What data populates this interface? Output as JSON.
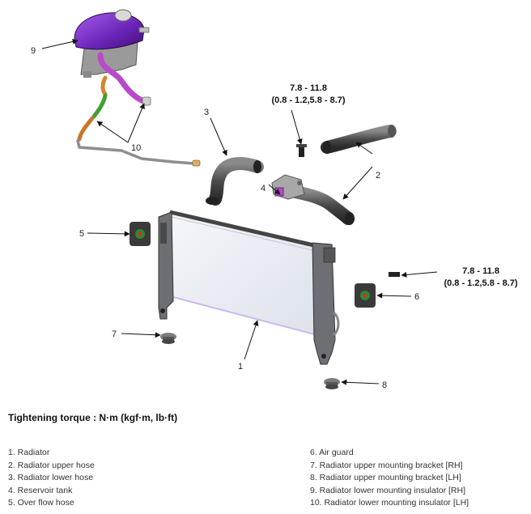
{
  "torque_labels": [
    {
      "value": "7.8 - 11.8",
      "detail": "(0.8 - 1.2,5.8 - 8.7)"
    },
    {
      "value": "7.8 - 11.8",
      "detail": "(0.8 - 1.2,5.8 - 8.7)"
    }
  ],
  "callouts": [
    "1",
    "2",
    "3",
    "4",
    "5",
    "6",
    "7",
    "8",
    "9",
    "10"
  ],
  "heading": "Tightening torque : N·m (kgf·m, lb·ft)",
  "legend_left": [
    "1. Radiator",
    "2. Radiator upper hose",
    "3. Radiator lower hose",
    "4. Reservoir tank",
    "5. Over flow hose"
  ],
  "legend_right": [
    "6. Air guard",
    "7. Radiator upper mounting bracket [RH]",
    "8. Radiator upper mounting bracket [LH]",
    "9. Radiator lower mounting insulator [RH]",
    "10. Radiator lower mounting insulator [LH]"
  ],
  "colors": {
    "reservoir": "#7b2fc9",
    "overflow_hose": "#c84fd0",
    "green_hose": "#3f9f2f",
    "orange_hose": "#d2872c",
    "rubber": "#3a3a3a"
  }
}
